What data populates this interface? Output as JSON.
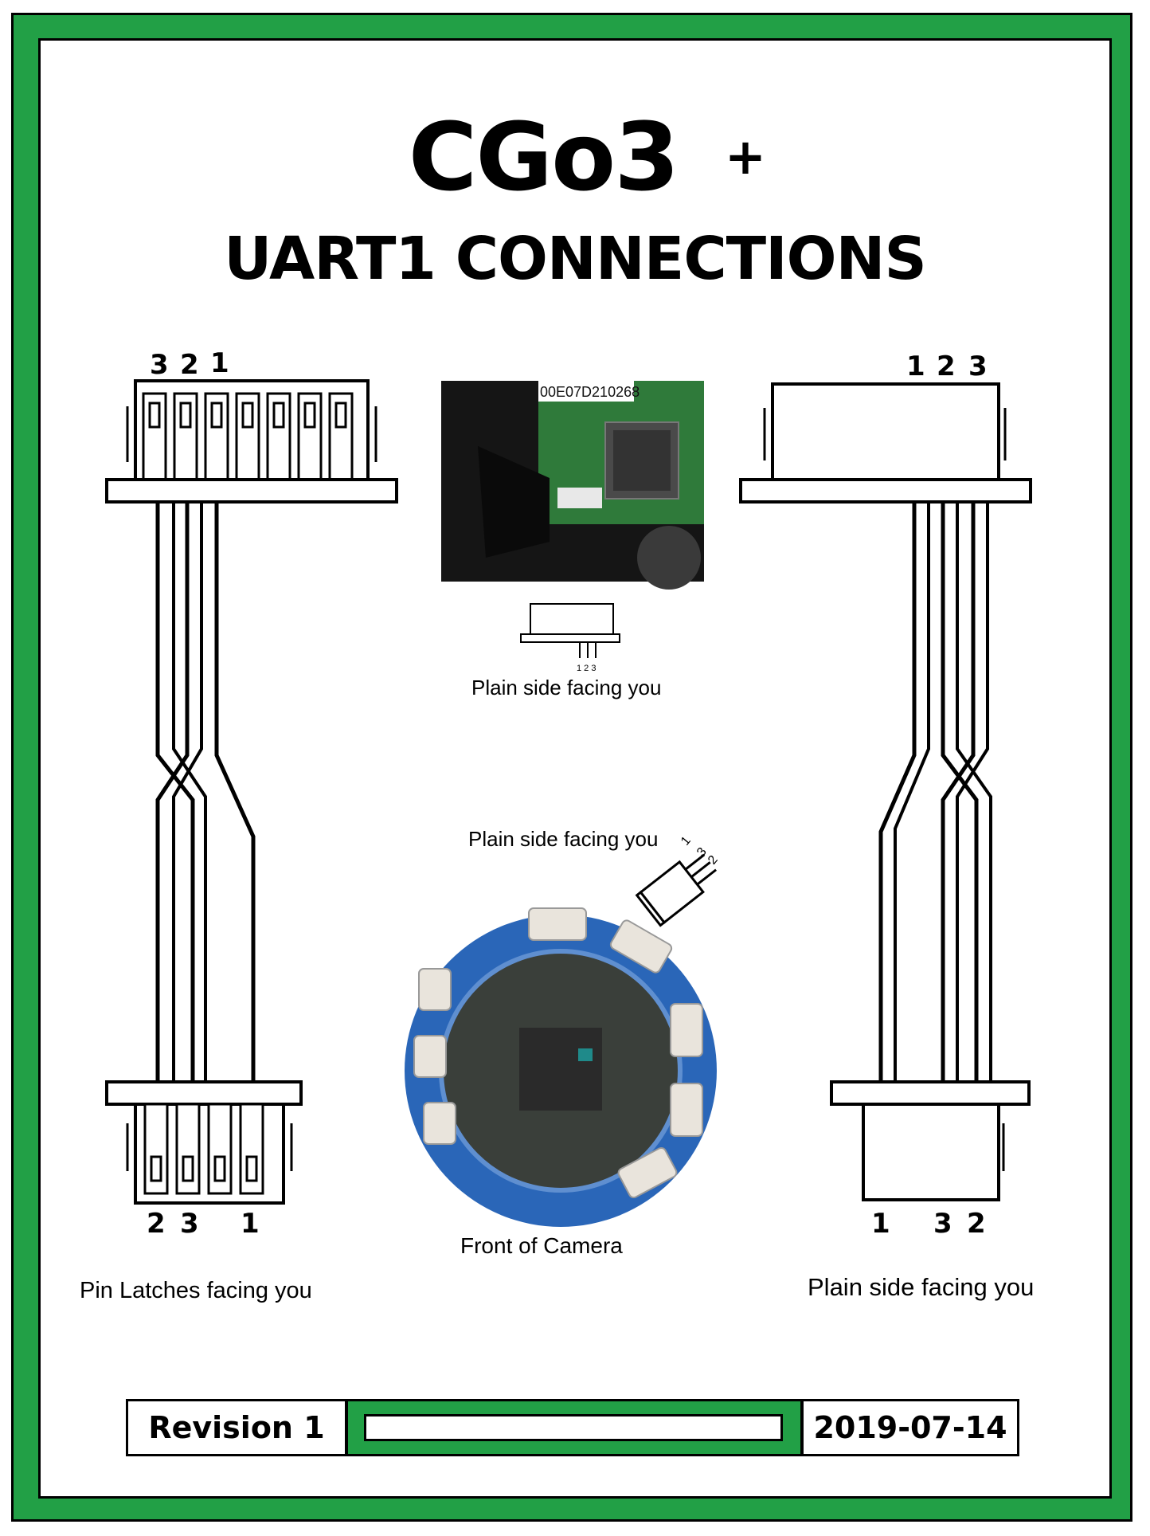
{
  "title": "CGo3",
  "title_suffix": "+",
  "subtitle": "UART1 CONNECTIONS",
  "left_connector": {
    "top_pins": [
      "3",
      "2",
      "1"
    ],
    "bottom_pins": [
      "2",
      "3",
      "1"
    ],
    "caption": "Pin Latches facing you"
  },
  "right_connector": {
    "top_pins": [
      "1",
      "2",
      "3"
    ],
    "bottom_pins": [
      "1",
      "3",
      "2"
    ],
    "caption": "Plain side facing you"
  },
  "center": {
    "photo_top_text": "00E07D210268",
    "small_connector_pins": "1 2 3",
    "caption_top": "Plain side facing you",
    "caption_middle": "Plain side facing you",
    "angled_connector_pins": [
      "1",
      "3",
      "2"
    ],
    "camera_caption": "Front of Camera"
  },
  "footer": {
    "revision": "Revision 1",
    "date": "2019-07-14"
  },
  "colors": {
    "frame_green": "#22a046",
    "board_blue": "#2a66b8",
    "board_green": "#2f7a3a"
  }
}
